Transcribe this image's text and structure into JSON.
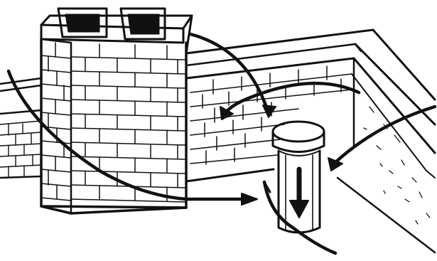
{
  "illustration": {
    "subject": "rooftop-chimney-and-vent-pipe",
    "style": "black-ink-line-drawing",
    "colors": {
      "ink": "#111111",
      "paper": "#ffffff"
    },
    "elements": {
      "chimney": {
        "flue_openings": 2,
        "material": "brick"
      },
      "parapet_wall": {
        "material": "brick"
      },
      "vent_pipe": {
        "cap": "mushroom-cap",
        "flow": "downward"
      },
      "airflow_arrows": 5
    }
  }
}
